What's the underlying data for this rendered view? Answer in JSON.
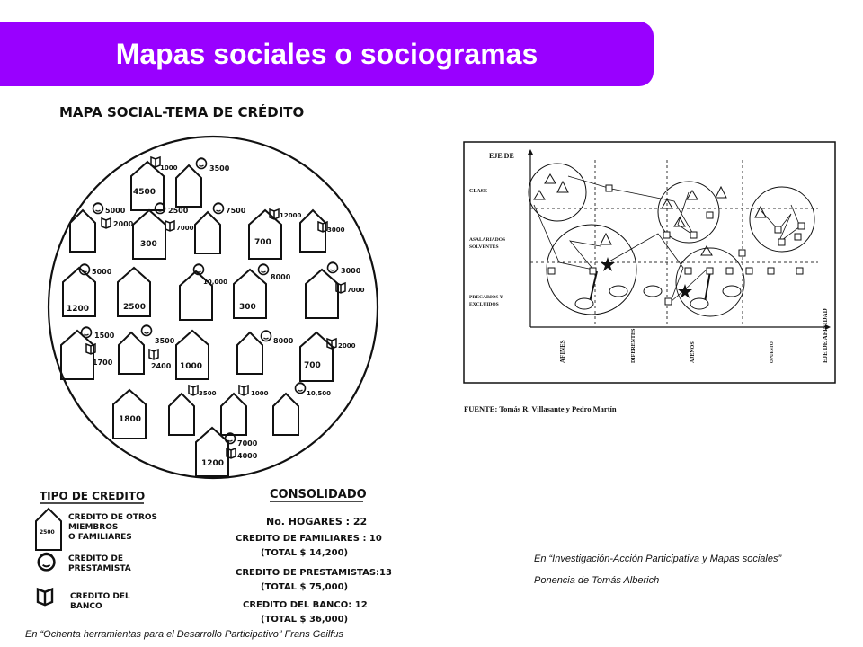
{
  "title": "Mapas sociales o sociogramas",
  "left_map": {
    "heading": "MAPA SOCIAL-TEMA DE CRÉDITO",
    "labels": {
      "h1": "4500",
      "h1b": "1000",
      "h1c": "3500",
      "h2a": "5000",
      "h2b": "2000",
      "h2c": "2500",
      "h2d": "7000",
      "h2e": "7500",
      "h2f": "300",
      "h2g": "12000",
      "h2h": "700",
      "h2i": "3000",
      "h3a": "5000",
      "h3b": "10,000",
      "h3c": "8000",
      "h3d": "3000",
      "h3e": "7000",
      "h3f": "1200",
      "h3g": "2500",
      "h3h": "300",
      "h4a": "1500",
      "h4b": "1700",
      "h4c": "3500",
      "h4d": "2400",
      "h4e": "1000",
      "h4f": "8000",
      "h4g": "2000",
      "h4h": "700",
      "h5a": "3500",
      "h5b": "1000",
      "h5c": "10,500",
      "h5d": "1800",
      "h6a": "7000",
      "h6b": "4000",
      "h6c": "1200"
    },
    "legend": {
      "heading": "TIPO DE CREDITO",
      "item1": "CREDITO DE OTROS",
      "item1b": "MIEMBROS",
      "item1c": "O FAMILIARES",
      "item1_house": "2500",
      "item2": "CREDITO DE",
      "item2b": "PRESTAMISTA",
      "item3": "CREDITO DEL",
      "item3b": "BANCO"
    },
    "consolidado": {
      "heading": "CONSOLIDADO",
      "line1": "No. HOGARES : 22",
      "line2": "CREDITO DE FAMILIARES : 10",
      "line3": "(TOTAL $ 14,200)",
      "line4": "CREDITO DE PRESTAMISTAS:13",
      "line5": "(TOTAL $ 75,000)",
      "line6": "CREDITO DEL BANCO: 12",
      "line7": "(TOTAL $ 36,000)"
    }
  },
  "right_map": {
    "axis_y": "EJE DE",
    "rows": {
      "clase": "CLASE",
      "asal1": "ASALARIADOS",
      "asal2": "SOLVENTES",
      "prec1": "PRECARIOS Y",
      "prec2": "EXCLUIDOS"
    },
    "cols": {
      "afines": "AFINES",
      "diferentes": "DIFERENTES",
      "ajenos": "AJENOS",
      "opuesto": "OPUESTO"
    },
    "axis_x": "EJE DE AFINIDAD",
    "fuente": "FUENTE: Tomás R. Villasante y Pedro Martín"
  },
  "captions": {
    "right1": "En “Investigación-Acción Participativa y Mapas sociales”",
    "right2": "Ponencia de Tomás Alberich",
    "left": "En “Ochenta herramientas para el Desarrollo Participativo” Frans Geilfus"
  }
}
